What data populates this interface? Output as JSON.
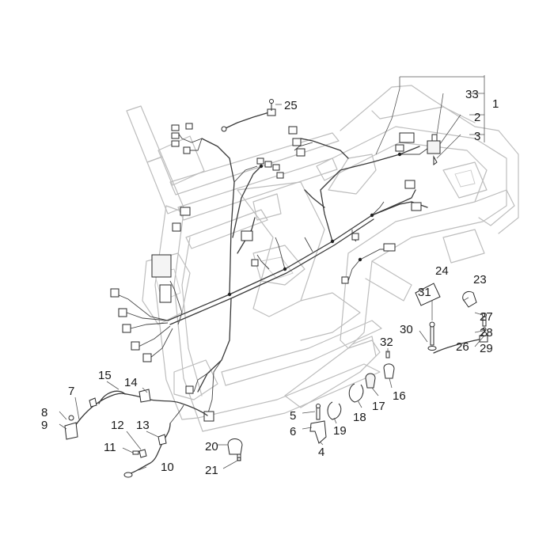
{
  "callouts": {
    "n1": "1",
    "n2": "2",
    "n3": "3",
    "n4": "4",
    "n5": "5",
    "n6": "6",
    "n7": "7",
    "n8": "8",
    "n9": "9",
    "n10": "10",
    "n11": "11",
    "n12": "12",
    "n13": "13",
    "n14": "14",
    "n15": "15",
    "n16": "16",
    "n17": "17",
    "n18": "18",
    "n19": "19",
    "n20": "20",
    "n21": "21",
    "n23": "23",
    "n24": "24",
    "n25": "25",
    "n26": "26",
    "n27": "27",
    "n28": "28",
    "n29": "29",
    "n30": "30",
    "n31": "31",
    "n32": "32",
    "n33": "33"
  }
}
